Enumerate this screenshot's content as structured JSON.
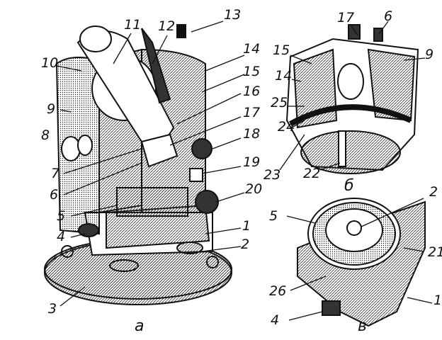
{
  "panels": {
    "a": {
      "caption": "а",
      "labels": [
        "10",
        "11",
        "12",
        "13",
        "14",
        "15",
        "16",
        "17",
        "18",
        "19",
        "20",
        "9",
        "8",
        "7",
        "6",
        "5",
        "4",
        "1",
        "2",
        "3"
      ]
    },
    "b": {
      "caption": "б",
      "labels": [
        "17",
        "6",
        "15",
        "9",
        "14",
        "25",
        "24",
        "23",
        "22"
      ]
    },
    "v": {
      "caption": "в",
      "labels": [
        "2",
        "5",
        "21",
        "26",
        "1",
        "4"
      ]
    }
  }
}
